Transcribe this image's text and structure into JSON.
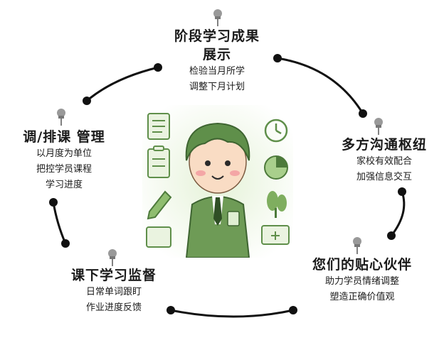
{
  "center": {
    "accent": "#5f8f4a",
    "background": "#eef6e6"
  },
  "nodes": [
    {
      "id": "top",
      "title_lines": [
        "阶段学习成果",
        "展示"
      ],
      "desc_lines": [
        "检验当月所学",
        "调整下月计划"
      ]
    },
    {
      "id": "right",
      "title_lines": [
        "多方沟通枢纽"
      ],
      "desc_lines": [
        "家校有效配合",
        "加强信息交互"
      ]
    },
    {
      "id": "bottom-right",
      "title_lines": [
        "您们的贴心伙伴"
      ],
      "desc_lines": [
        "助力学员情绪调整",
        "塑造正确价值观"
      ]
    },
    {
      "id": "bottom-left",
      "title_lines": [
        "课下学习监督"
      ],
      "desc_lines": [
        "日常单词跟盯",
        "作业进度反馈"
      ]
    },
    {
      "id": "left",
      "title_lines": [
        "调/排课 管理"
      ],
      "desc_lines": [
        "以月度为单位",
        "把控学员课程",
        "学习进度"
      ]
    }
  ]
}
